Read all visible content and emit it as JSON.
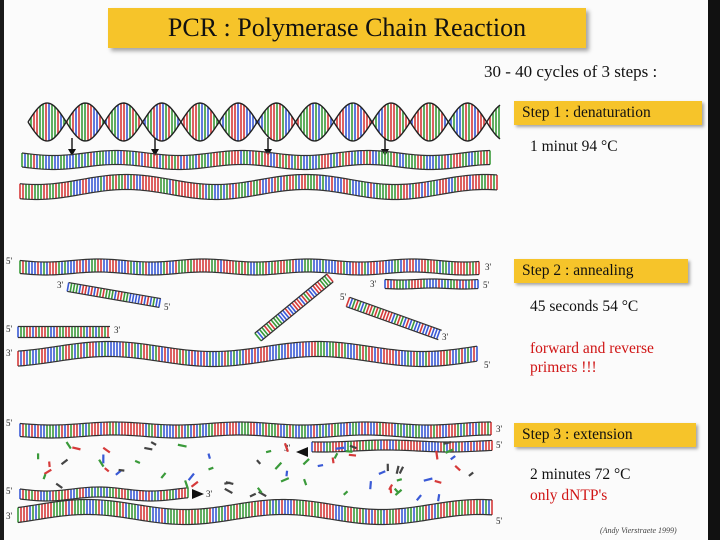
{
  "title": "PCR : Polymerase Chain Reaction",
  "cycles_text": "30 - 40 cycles of 3 steps :",
  "steps": [
    {
      "label": "Step 1 : denaturation",
      "condition": "1 minut 94 °C"
    },
    {
      "label": "Step 2 : annealing",
      "condition": "45 seconds 54 °C",
      "note_line1": "forward and reverse",
      "note_line2": "primers !!!"
    },
    {
      "label": "Step 3 : extension",
      "condition": "2 minutes 72 °C",
      "note_line1": "only dNTP's"
    }
  ],
  "strand_labels": {
    "five_prime": "5'",
    "three_prime": "3'"
  },
  "credit": "(Andy Vierstraete 1999)",
  "colors": {
    "title_bg": "#f6c42a",
    "note_red": "#d01515",
    "base_colors": [
      "#d63a3a",
      "#3a9a3a",
      "#3a5ad6",
      "#444444",
      "#999999"
    ]
  }
}
